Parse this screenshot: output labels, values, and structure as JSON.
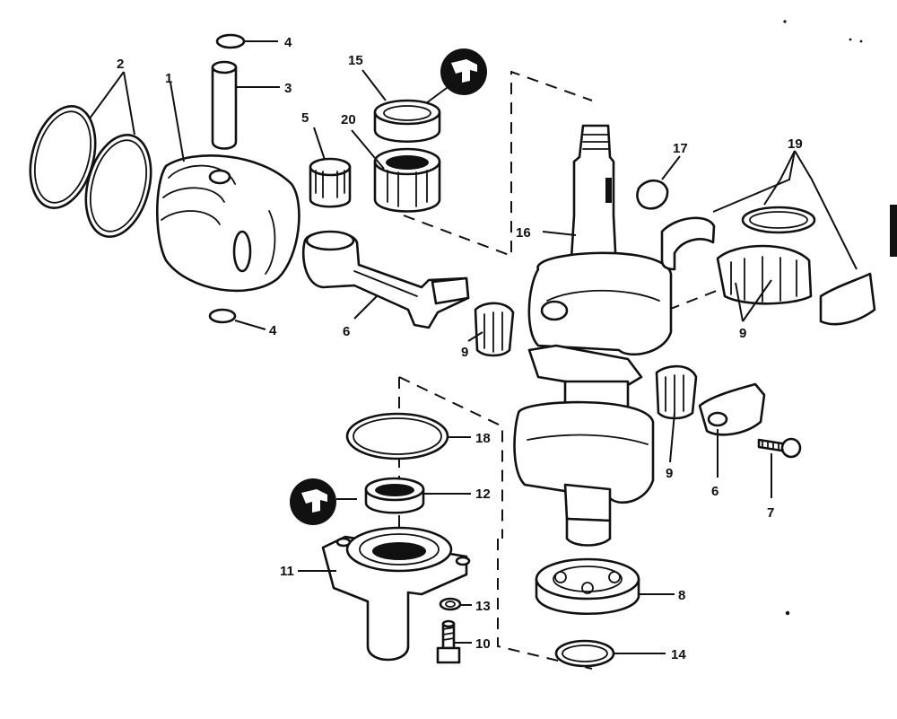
{
  "diagram": {
    "type": "exploded-parts-diagram",
    "callouts": [
      {
        "id": "c1",
        "label": "1"
      },
      {
        "id": "c2",
        "label": "2"
      },
      {
        "id": "c3",
        "label": "3"
      },
      {
        "id": "c4a",
        "label": "4"
      },
      {
        "id": "c4b",
        "label": "4"
      },
      {
        "id": "c5",
        "label": "5"
      },
      {
        "id": "c6a",
        "label": "6"
      },
      {
        "id": "c6b",
        "label": "6"
      },
      {
        "id": "c7",
        "label": "7"
      },
      {
        "id": "c8",
        "label": "8"
      },
      {
        "id": "c9a",
        "label": "9"
      },
      {
        "id": "c9b",
        "label": "9"
      },
      {
        "id": "c9c",
        "label": "9"
      },
      {
        "id": "c10",
        "label": "10"
      },
      {
        "id": "c11",
        "label": "11"
      },
      {
        "id": "c12",
        "label": "12"
      },
      {
        "id": "c13",
        "label": "13"
      },
      {
        "id": "c14",
        "label": "14"
      },
      {
        "id": "c15",
        "label": "15"
      },
      {
        "id": "c16",
        "label": "16"
      },
      {
        "id": "c17",
        "label": "17"
      },
      {
        "id": "c18",
        "label": "18"
      },
      {
        "id": "c19",
        "label": "19"
      },
      {
        "id": "c20",
        "label": "20"
      }
    ],
    "symbols": [
      "sealant-applicator-icon",
      "sealant-applicator-icon"
    ],
    "ink_color": "#111111",
    "background_color": "#ffffff"
  }
}
